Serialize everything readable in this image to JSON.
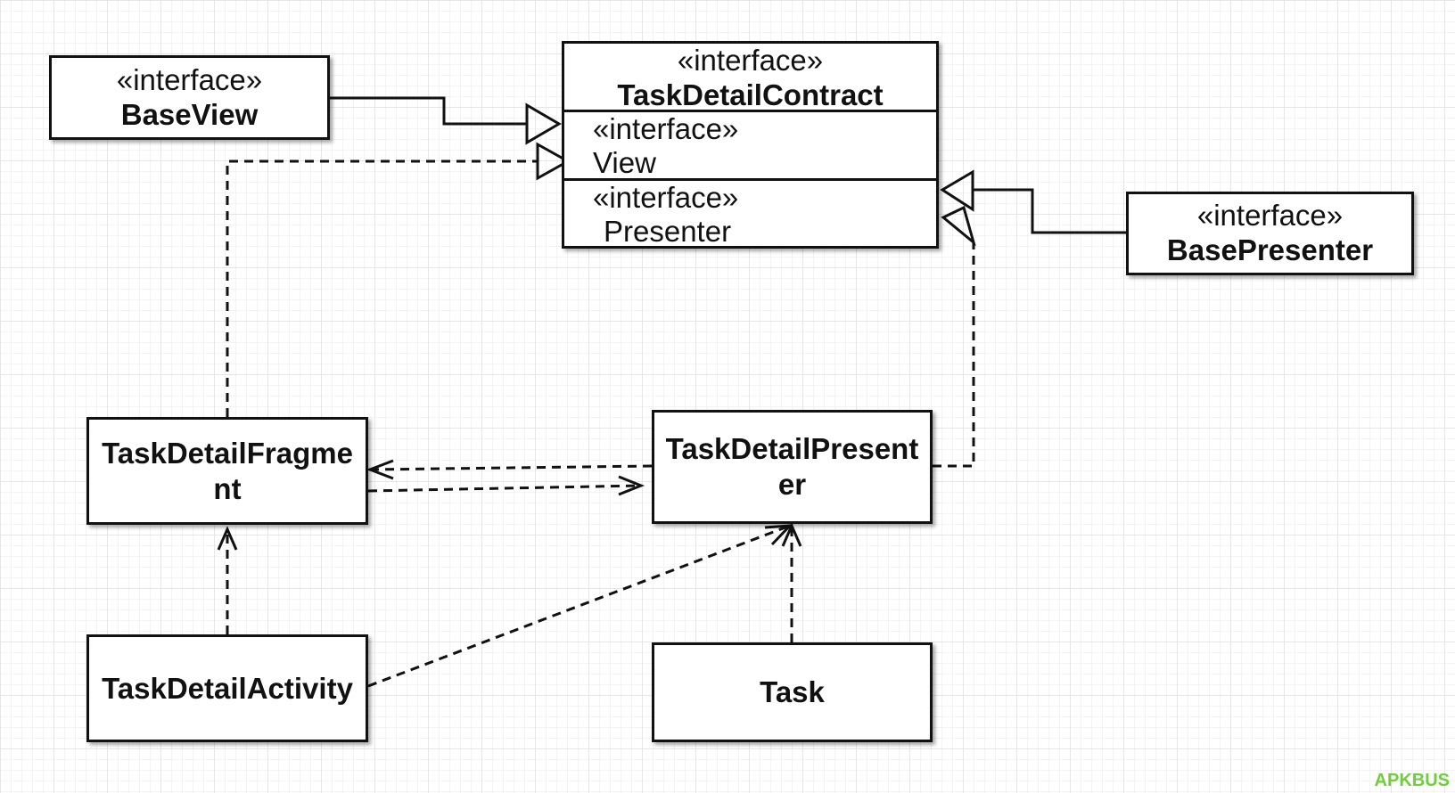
{
  "contract": {
    "stereotype": "«interface»",
    "name": "TaskDetailContract",
    "view": {
      "stereotype": "«interface»",
      "name": "View"
    },
    "presenter": {
      "stereotype": "«interface»",
      "name": "Presenter"
    }
  },
  "base_view": {
    "stereotype": "«interface»",
    "name": "BaseView"
  },
  "base_presenter": {
    "stereotype": "«interface»",
    "name": "BasePresenter"
  },
  "fragment": {
    "name": "TaskDetailFragment"
  },
  "presenter_class": {
    "name": "TaskDetailPresenter"
  },
  "activity": {
    "name": "TaskDetailActivity"
  },
  "task": {
    "name": "Task"
  },
  "relations": [
    {
      "from": "BaseView",
      "to": "TaskDetailContract.View",
      "type": "generalization"
    },
    {
      "from": "BasePresenter",
      "to": "TaskDetailContract.Presenter",
      "type": "generalization"
    },
    {
      "from": "TaskDetailFragment",
      "to": "TaskDetailContract.View",
      "type": "realization"
    },
    {
      "from": "TaskDetailPresenter",
      "to": "TaskDetailContract.Presenter",
      "type": "realization"
    },
    {
      "from": "TaskDetailPresenter",
      "to": "TaskDetailFragment",
      "type": "dependency"
    },
    {
      "from": "TaskDetailFragment",
      "to": "TaskDetailPresenter",
      "type": "dependency"
    },
    {
      "from": "TaskDetailActivity",
      "to": "TaskDetailFragment",
      "type": "dependency"
    },
    {
      "from": "TaskDetailActivity",
      "to": "TaskDetailPresenter",
      "type": "dependency"
    },
    {
      "from": "Task",
      "to": "TaskDetailPresenter",
      "type": "dependency"
    }
  ],
  "watermark": "APKBUS",
  "colors": {
    "line": "#111111",
    "box_fill": "#ffffff",
    "grid": "#e6e6e6",
    "watermark": "#6fcf3a"
  }
}
